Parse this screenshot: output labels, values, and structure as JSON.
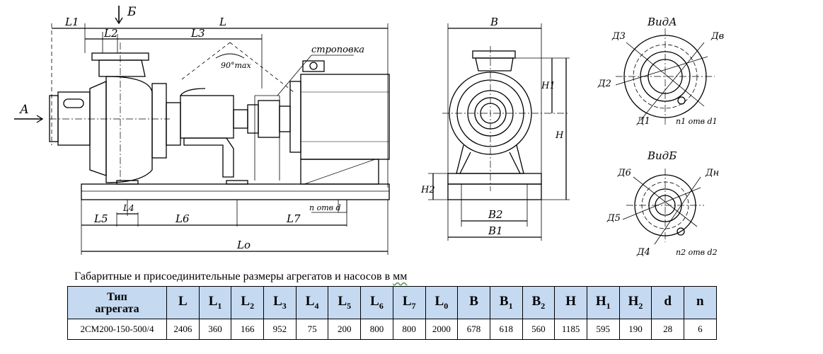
{
  "drawing": {
    "labels": {
      "view_arrow_b": "Б",
      "flow_a": "А",
      "L1": "L1",
      "L2": "L2",
      "L3": "L3",
      "L_top": "L",
      "angle": "90°max",
      "sling": "строповка",
      "L4": "L4",
      "L5": "L5",
      "L6": "L6",
      "L7": "L7",
      "L0": "Lо",
      "holes_bottom": "n отв d",
      "B_top": "B",
      "H1": "H1",
      "H": "H",
      "H2": "H2",
      "B2": "B2",
      "B1": "B1",
      "view_a": "ВидА",
      "d3": "Д3",
      "d_v": "Дв",
      "d2": "Д2",
      "d1": "Д1",
      "holes_a": "n1 отв d1",
      "view_b": "ВидБ",
      "d6": "Д6",
      "d_n": "Дн",
      "d5": "Д5",
      "d4": "Д4",
      "holes_b": "n2 отв d2"
    }
  },
  "caption": {
    "main": "Габаритные и присоединительные размеры агрегатов и насосов в ",
    "unit": "мм"
  },
  "table": {
    "header_type_line1": "Тип",
    "header_type_line2": "агрегата",
    "columns": [
      {
        "base": "L",
        "sub": ""
      },
      {
        "base": "L",
        "sub": "1"
      },
      {
        "base": "L",
        "sub": "2"
      },
      {
        "base": "L",
        "sub": "3"
      },
      {
        "base": "L",
        "sub": "4"
      },
      {
        "base": "L",
        "sub": "5"
      },
      {
        "base": "L",
        "sub": "6"
      },
      {
        "base": "L",
        "sub": "7"
      },
      {
        "base": "L",
        "sub": "0"
      },
      {
        "base": "B",
        "sub": ""
      },
      {
        "base": "B",
        "sub": "1"
      },
      {
        "base": "B",
        "sub": "2"
      },
      {
        "base": "H",
        "sub": ""
      },
      {
        "base": "H",
        "sub": "1"
      },
      {
        "base": "H",
        "sub": "2"
      },
      {
        "base": "d",
        "sub": ""
      },
      {
        "base": "n",
        "sub": ""
      }
    ],
    "rows": [
      {
        "type": "2СМ200-150-500/4",
        "values": [
          "2406",
          "360",
          "166",
          "952",
          "75",
          "200",
          "800",
          "800",
          "2000",
          "678",
          "618",
          "560",
          "1185",
          "595",
          "190",
          "28",
          "6"
        ]
      }
    ]
  }
}
